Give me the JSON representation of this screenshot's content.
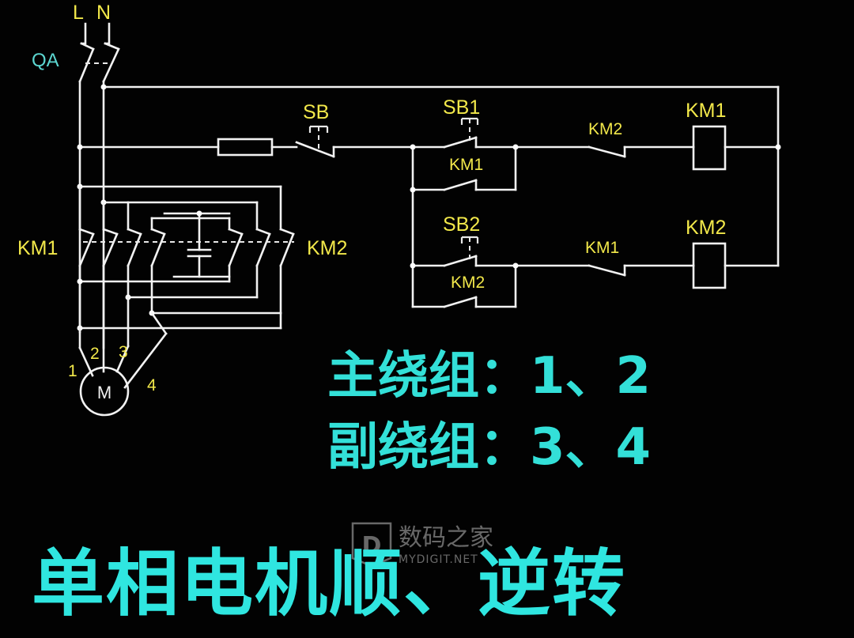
{
  "labels": {
    "L": "L",
    "N": "N",
    "QA": "QA",
    "SB": "SB",
    "SB1": "SB1",
    "SB2": "SB2",
    "KM1_coil": "KM1",
    "KM2_coil": "KM2",
    "KM1_hold": "KM1",
    "KM2_hold": "KM2",
    "KM2_interlock": "KM2",
    "KM1_interlock": "KM1",
    "KM1_main": "KM1",
    "KM2_main": "KM2",
    "terminal_1": "1",
    "terminal_2": "2",
    "terminal_3": "3",
    "terminal_4": "4",
    "motor": "M"
  },
  "text": {
    "main_winding": "主绕组：1、2",
    "aux_winding": "副绕组：3、4",
    "title": "单相电机顺、逆转"
  },
  "watermark": {
    "name": "数码之家",
    "site": "MYDIGIT.NET",
    "logo_letter": "D"
  },
  "colors": {
    "background": "#000000",
    "wire": "#f2f2f2",
    "label_yellow": "#f2e84a",
    "text_cyan": "#33e0d8"
  }
}
